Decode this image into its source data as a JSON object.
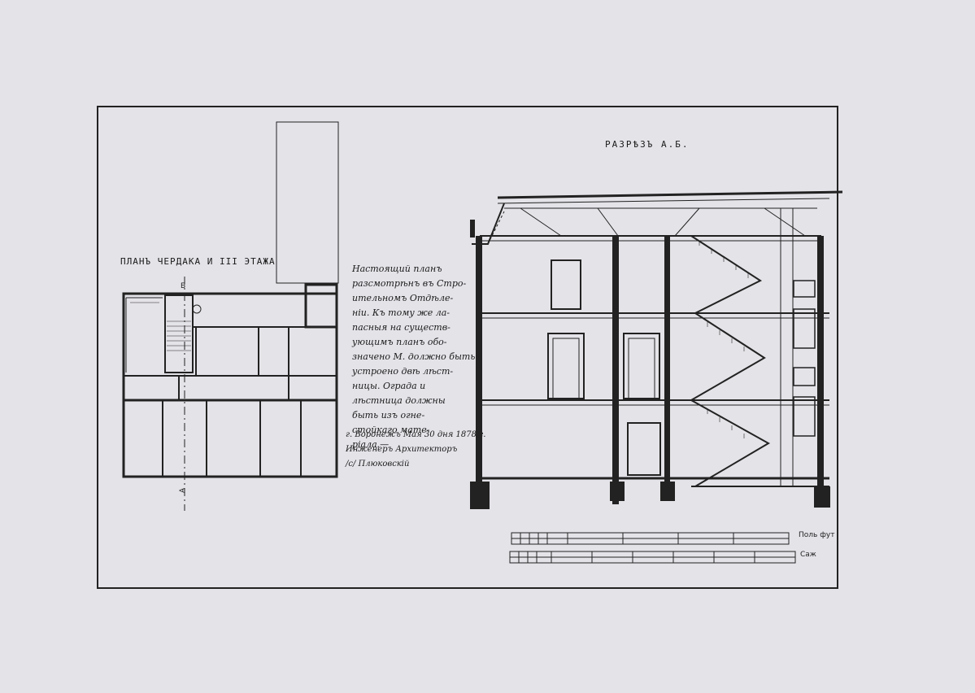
{
  "drawing": {
    "plan_title": "ПЛАНЪ ЧЕРДАКА И III ЭТАЖА",
    "section_title": "РАЗРѢЗЪ А.Б.",
    "axis_top_letter": "Б",
    "axis_bottom_letter": "А",
    "scale_label_1": "Поль фут",
    "scale_label_2": "Саж"
  },
  "annotation": {
    "lines": [
      "Настоящий планъ",
      "разсмотрѣнъ въ Стро-",
      "ительномъ Отдѣле-",
      "нiи. Къ тому же ла-",
      "пасныя на существ-",
      "ующимъ планъ обо-",
      "значено М. должно быть",
      "устроено двѣ лѣст-",
      "ницы. Ограда и",
      "лѣстница должны",
      "быть изъ огне-",
      "стойкаго мате-",
      "рiала.—",
      "г. Воронежъ Мая 30 дня 1878 г.",
      "Инженеръ Архитекторъ",
      "/с/ Плюковскій"
    ]
  },
  "colors": {
    "paper": "#e4e3e8",
    "ink": "#222222"
  }
}
